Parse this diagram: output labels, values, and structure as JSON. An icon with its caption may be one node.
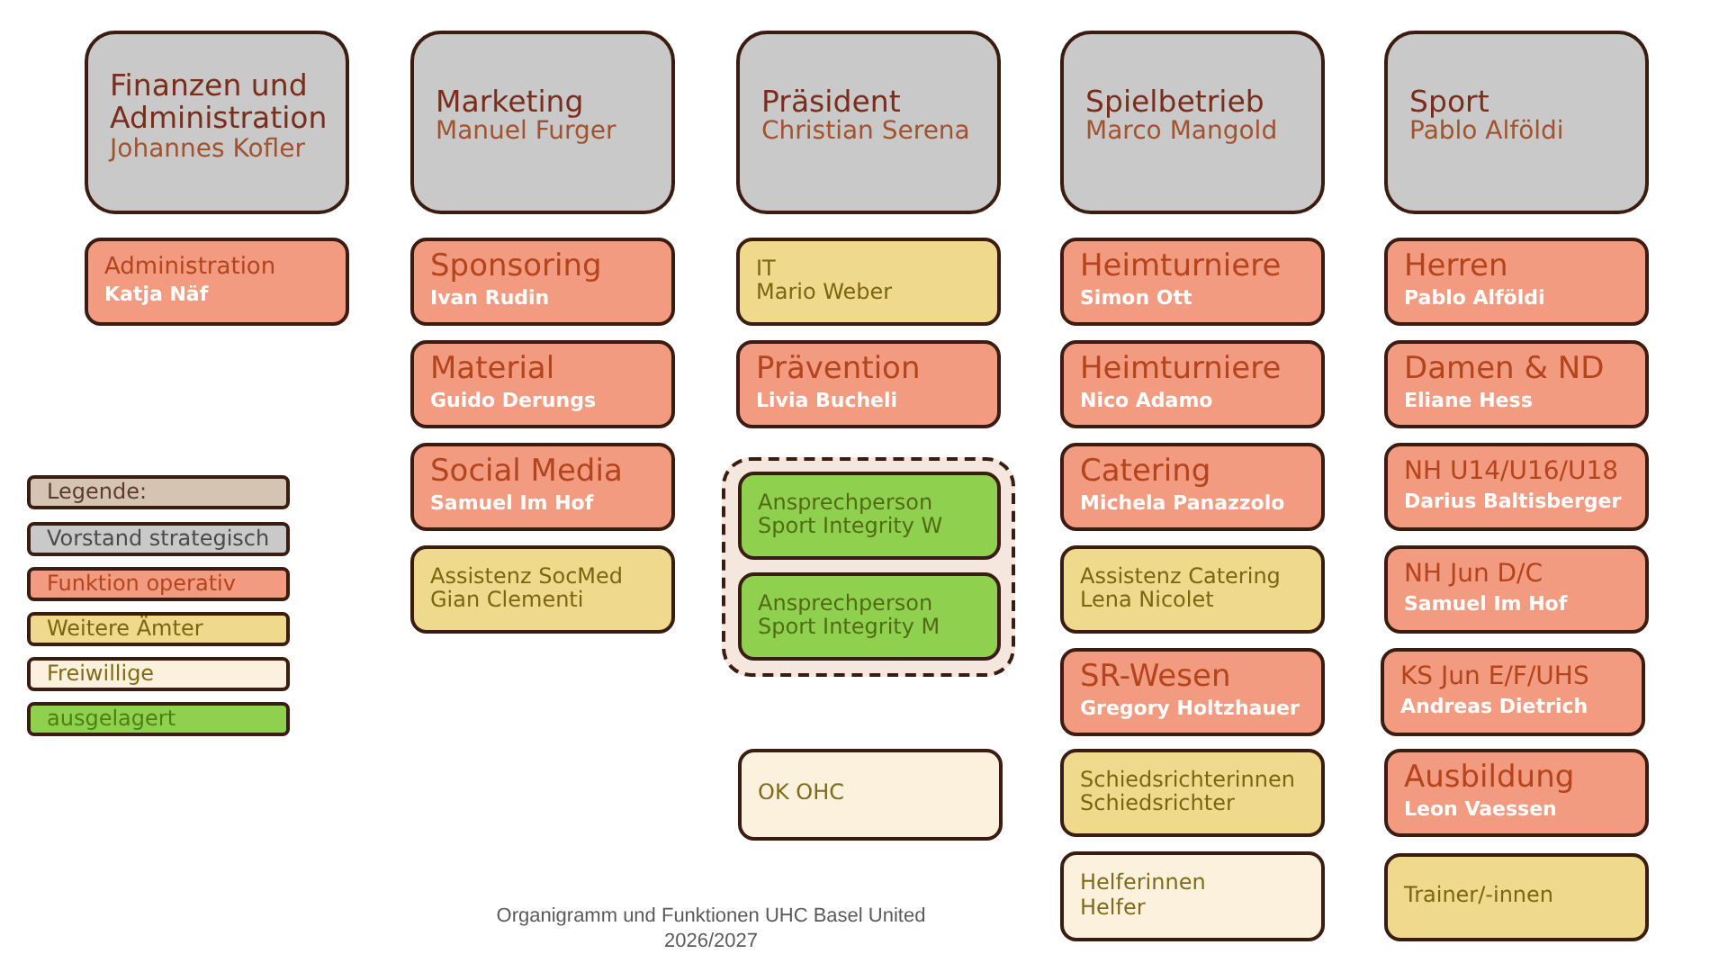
{
  "diagram": {
    "caption": "Organigramm und Funktionen UHC Basel United 2026/2027",
    "nodes": [
      {
        "text": [
          "Finanzen und Administration",
          "Johannes Kofler"
        ]
      },
      {
        "text": [
          "Administration",
          "Katja Näf"
        ]
      },
      {
        "text": [
          "Marketing",
          "Manuel Furger"
        ]
      },
      {
        "text": [
          "Sponsoring",
          "Ivan Rudin"
        ]
      },
      {
        "text": [
          "Material",
          "Guido Derungs"
        ]
      },
      {
        "text": [
          "Social Media",
          "Samuel Im Hof"
        ]
      },
      {
        "text": [
          "Assistenz SocMed",
          "Gian Clementi"
        ]
      },
      {
        "text": [
          "Präsident",
          "Christian Serena"
        ]
      },
      {
        "text": [
          "IT",
          "Mario Weber"
        ]
      },
      {
        "text": [
          "Prävention",
          "Livia Bucheli"
        ]
      },
      {
        "text": [],
        "shape": "box"
      },
      {
        "text": [
          "Ansprechperson Sport Integrity W"
        ],
        "in": 10
      },
      {
        "text": [
          "Ansprechperson Sport Integrity M"
        ],
        "in": 10
      },
      {
        "text": [
          "OK OHC"
        ]
      },
      {
        "text": [
          "Spielbetrieb",
          "Marco Mangold"
        ]
      },
      {
        "text": [
          "Heimturniere",
          "Simon Ott"
        ]
      },
      {
        "text": [
          "Heimturniere",
          "Nico Adamo"
        ]
      },
      {
        "text": [
          "Catering",
          "Michela Panazzolo"
        ]
      },
      {
        "text": [
          "Assistenz Catering",
          "Lena Nicolet"
        ]
      },
      {
        "text": [
          "SR-Wesen",
          "Gregory Holtzhauer"
        ]
      },
      {
        "text": [
          "Schiedsrichterinnen Schiedsrichter"
        ]
      },
      {
        "text": [
          "Helferinnen Helfer"
        ]
      },
      {
        "text": [
          "Sport",
          "Pablo Alföldi"
        ]
      },
      {
        "text": [
          "Herren",
          "Pablo Alföldi"
        ]
      },
      {
        "text": [
          "Damen & ND",
          "Eliane Hess"
        ]
      },
      {
        "text": [
          "NH U14/U16/U18",
          "Darius Baltisberger"
        ]
      },
      {
        "text": [
          "NH Jun D/C",
          "Samuel Im Hof"
        ]
      },
      {
        "text": [
          "KS Jun E/F/UHS",
          "Andreas Dietrich"
        ]
      },
      {
        "text": [
          "Ausbildung",
          "Leon Vaessen"
        ]
      },
      {
        "text": [
          "Trainer/-innen"
        ]
      }
    ],
    "labels": [
      "Legende:"
    ],
    "legend": [
      {
        "text": "Vorstand strategisch",
        "color": "#c9c9c9"
      },
      {
        "text": "Funktion operativ",
        "color": "#f29b80"
      },
      {
        "text": "Weitere Ämter",
        "color": "#eed98c"
      },
      {
        "text": "Freiwillige",
        "color": "#fbf1dd"
      },
      {
        "text": "ausgelagert",
        "color": "#8fd14f"
      }
    ]
  }
}
